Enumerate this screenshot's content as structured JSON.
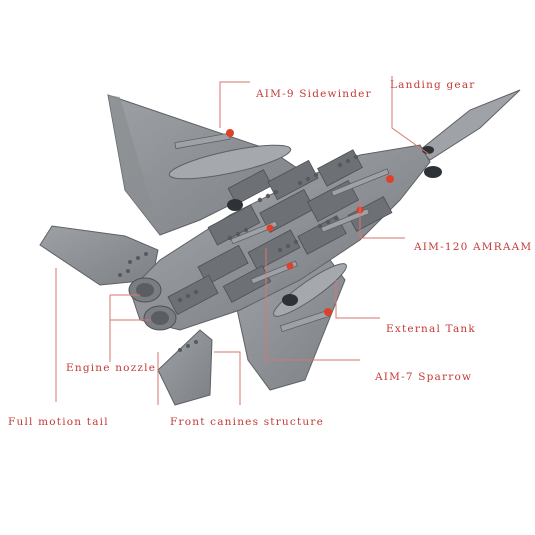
{
  "labels": {
    "aim9": "AIM-9 Sidewinder",
    "landing_gear": "Landing gear",
    "aim120": "AIM-120 AMRAAM",
    "external_tank": "External Tank",
    "aim7": "AIM-7 Sparrow",
    "engine_nozzle": "Engine nozzle",
    "full_motion_tail": "Full motion tail",
    "front_canines": "Front canines structure"
  },
  "colors": {
    "label_text": "#c43a35",
    "leader_line": "#d7766f",
    "airframe": "#8e9296",
    "airframe_dark": "#5d6166",
    "missile_tip": "#e0402a"
  }
}
